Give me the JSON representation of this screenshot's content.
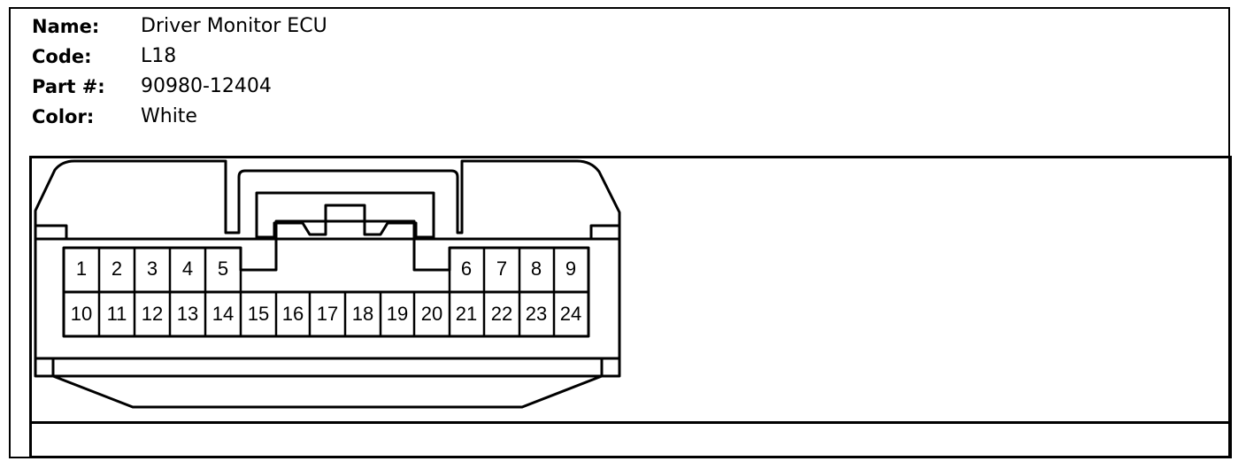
{
  "info": {
    "name_label": "Name:",
    "name_value": "Driver Monitor ECU",
    "code_label": "Code:",
    "code_value": "L18",
    "part_label": "Part #:",
    "part_value": "90980-12404",
    "color_label": "Color:",
    "color_value": "White"
  },
  "connector": {
    "top_row": [
      "1",
      "2",
      "3",
      "4",
      "5",
      "6",
      "7",
      "8",
      "9"
    ],
    "bottom_row": [
      "10",
      "11",
      "12",
      "13",
      "14",
      "15",
      "16",
      "17",
      "18",
      "19",
      "20",
      "21",
      "22",
      "23",
      "24"
    ]
  }
}
